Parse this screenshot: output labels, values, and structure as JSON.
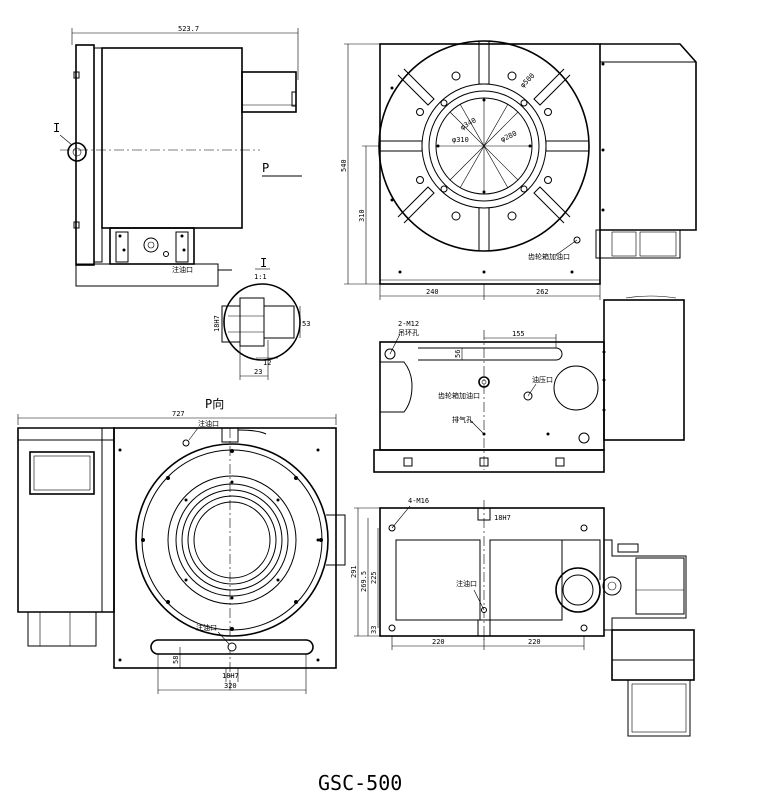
{
  "title": "GSC-500",
  "views": {
    "side": {
      "overall_width": "523.7",
      "detail_marker": "I",
      "oil_port": "注油口",
      "view_arrow": "P"
    },
    "front": {
      "height_total": "540",
      "height_center": "310",
      "width_left": "240",
      "width_right": "262",
      "dia_outer": "φ500",
      "dia_mid": "φ340",
      "dia_inner": "φ310",
      "dia_bore": "φ280",
      "port_label": "齿轮箱加油口"
    },
    "detail": {
      "title": "I",
      "scale": "1:1",
      "dim_h": "18H7",
      "dim_v": "53",
      "dim_a": "12",
      "dim_b": "23"
    },
    "p_view": {
      "title": "P向",
      "width": "727",
      "oil_port_top": "注油口",
      "oil_port_bottom": "注油口",
      "slot_h": "58",
      "slot_w": "320",
      "slot_tol": "18H7"
    },
    "section": {
      "holes": "2-M12",
      "hole_desc": "吊环孔",
      "dim_slot": "155",
      "dim_h": "56",
      "port_gear": "齿轮箱加油口",
      "port_hyd": "油压口",
      "port_air": "排气孔"
    },
    "bottom": {
      "holes": "4-M16",
      "dim_tol": "18H7",
      "dim_a": "291",
      "dim_b": "269.5",
      "dim_c": "225",
      "dim_d": "33",
      "pitch_left": "220",
      "pitch_right": "220",
      "port": "注油口"
    }
  }
}
